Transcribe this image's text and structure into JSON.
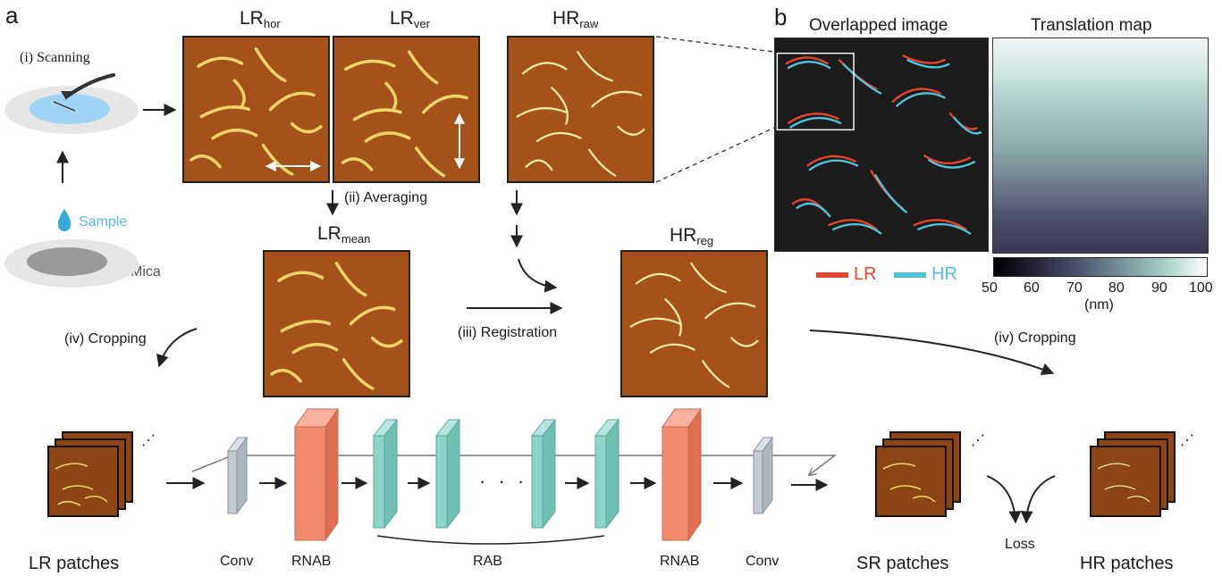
{
  "panels": {
    "a": "a",
    "b": "b"
  },
  "titles": {
    "lr_hor_main": "LR",
    "lr_hor_sub": "hor",
    "lr_ver_main": "LR",
    "lr_ver_sub": "ver",
    "hr_raw_main": "HR",
    "hr_raw_sub": "raw",
    "lr_mean_main": "LR",
    "lr_mean_sub": "mean",
    "hr_reg_main": "HR",
    "hr_reg_sub": "reg",
    "overlapped": "Overlapped image",
    "translation": "Translation map"
  },
  "steps": {
    "scanning": "(i) Scanning",
    "averaging": "(ii) Averaging",
    "registration": "(iii) Registration",
    "cropping_left": "(iv) Cropping",
    "cropping_right": "(iv) Cropping"
  },
  "sample": {
    "sample": "Sample",
    "mica": "Mica"
  },
  "legend": {
    "lr": "LR",
    "hr": "HR",
    "lr_color": "#e8432b",
    "hr_color": "#4fc3d9"
  },
  "colorbar": {
    "ticks": [
      "50",
      "60",
      "70",
      "80",
      "90",
      "100"
    ],
    "unit": "(nm)"
  },
  "network": {
    "conv1": "Conv",
    "rnab1": "RNAB",
    "rab": "RAB",
    "rnab2": "RNAB",
    "conv2": "Conv",
    "dots": "· · ·",
    "loss": "Loss"
  },
  "patches": {
    "lr": "LR patches",
    "sr": "SR patches",
    "hr": "HR patches"
  },
  "colors": {
    "afm_brown": "#a4511a",
    "rnab": "#f28a6e",
    "rab": "#8fd4c9",
    "conv": "#c5cad3",
    "sample_blue": "#3aa9e0",
    "mica_grey": "#9a9a9a"
  }
}
